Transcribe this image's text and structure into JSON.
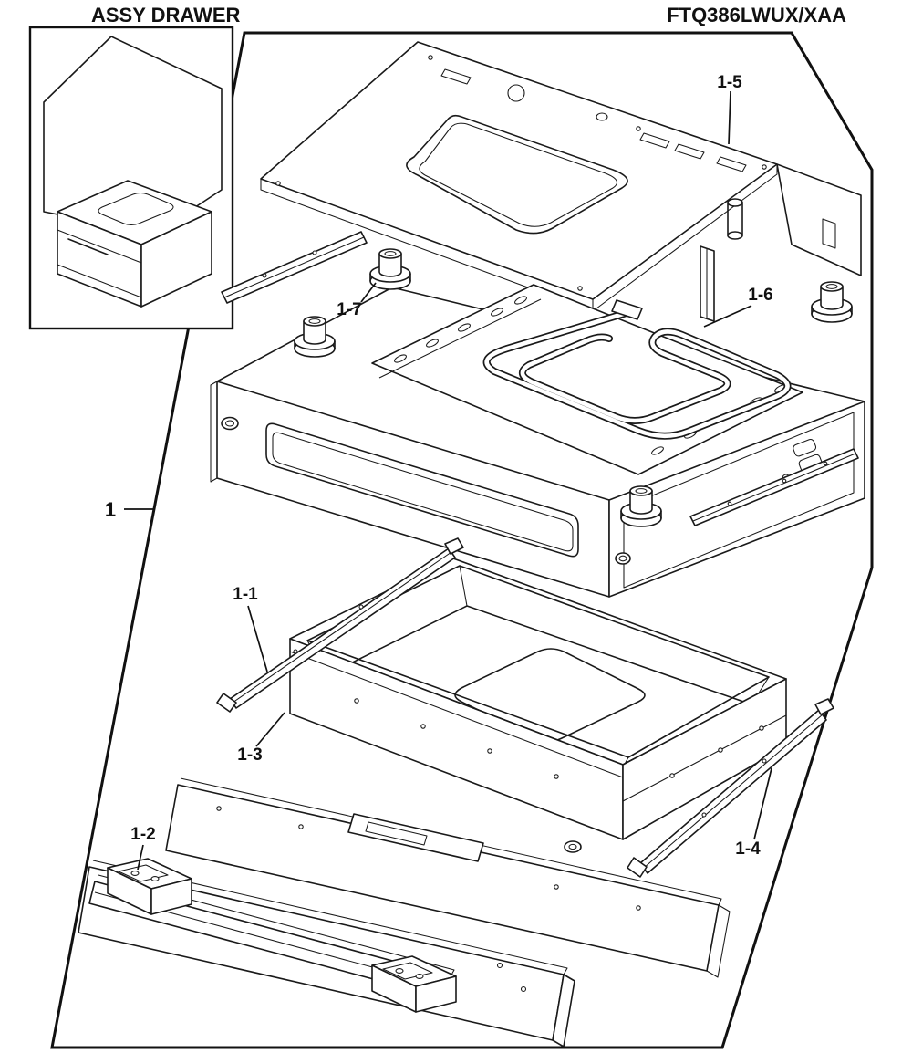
{
  "header": {
    "title": "ASSY DRAWER",
    "model": "FTQ386LWUX/XAA"
  },
  "labels": {
    "assembly": "1",
    "p11": "1-1",
    "p12": "1-2",
    "p13": "1-3",
    "p14": "1-4",
    "p15": "1-5",
    "p16": "1-6",
    "p17": "1-7"
  },
  "colors": {
    "line": "#1a1a1a",
    "background": "#ffffff"
  }
}
